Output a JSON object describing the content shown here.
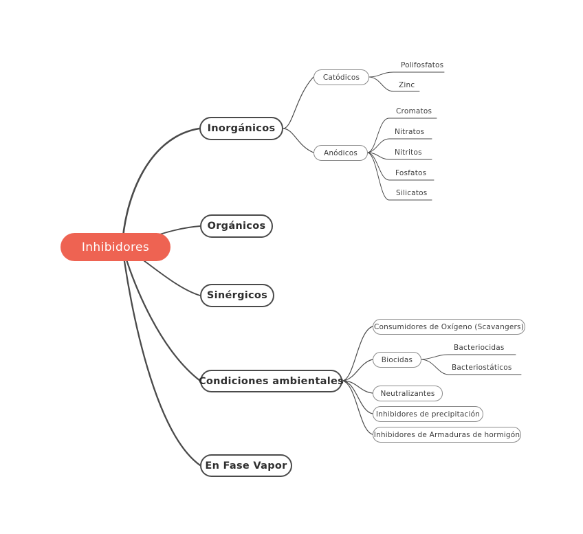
{
  "diagram": {
    "title": "Inhibidores",
    "type": "mind-map",
    "background_color": "#ffffff",
    "root_color": "#ee6352",
    "root_text_color": "#ffffff",
    "branch_border_color": "#4a4a4a",
    "sub_border_color": "#8a8a8a",
    "edge_color": "#4a4a4a",
    "text_color": "#3c3c3c"
  },
  "root": {
    "label": "Inhibidores"
  },
  "branches": [
    {
      "label": "Inorgánicos",
      "children": [
        {
          "label": "Catódicos",
          "children": [
            {
              "label": "Polifosfatos"
            },
            {
              "label": "Zinc"
            }
          ]
        },
        {
          "label": "Anódicos",
          "children": [
            {
              "label": "Cromatos"
            },
            {
              "label": "Nitratos"
            },
            {
              "label": "Nitritos"
            },
            {
              "label": "Fosfatos"
            },
            {
              "label": "Silicatos"
            }
          ]
        }
      ]
    },
    {
      "label": "Orgánicos",
      "children": []
    },
    {
      "label": "Sinérgicos",
      "children": []
    },
    {
      "label": "Condiciones ambientales",
      "children": [
        {
          "label": "Consumidores de Oxígeno (Scavangers)",
          "children": []
        },
        {
          "label": "Biocidas",
          "children": [
            {
              "label": "Bacteriocidas"
            },
            {
              "label": "Bacteriostáticos"
            }
          ]
        },
        {
          "label": "Neutralizantes",
          "children": []
        },
        {
          "label": "Inhibidores de precipitación",
          "children": []
        },
        {
          "label": "Inhibidores de Armaduras de hormigón",
          "children": []
        }
      ]
    },
    {
      "label": "En Fase Vapor",
      "children": []
    }
  ]
}
